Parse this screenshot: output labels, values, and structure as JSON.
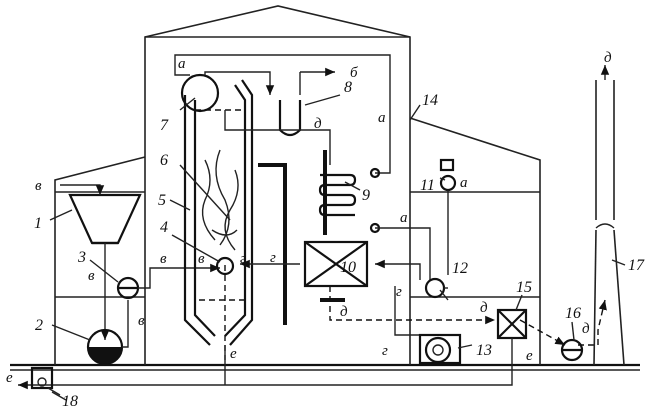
{
  "components": {
    "c1": "1",
    "c2": "2",
    "c3": "3",
    "c4": "4",
    "c5": "5",
    "c6": "6",
    "c7": "7",
    "c8": "8",
    "c9": "9",
    "c10": "10",
    "c11": "11",
    "c12": "12",
    "c13": "13",
    "c14": "14",
    "c15": "15",
    "c16": "16",
    "c17": "17",
    "c18": "18"
  },
  "flows": {
    "a": "а",
    "b": "б",
    "v": "в",
    "g": "г",
    "d": "д",
    "e": "е"
  }
}
